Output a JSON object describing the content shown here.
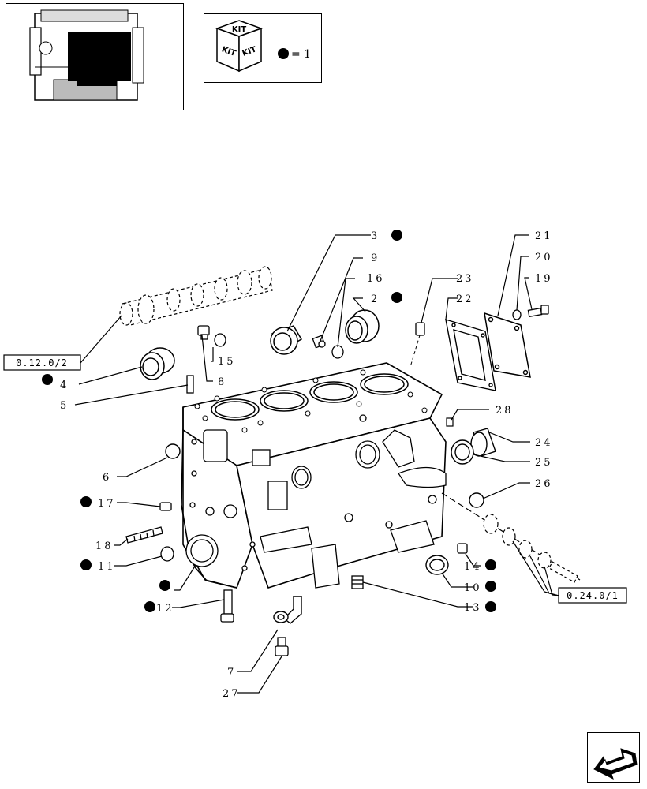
{
  "kit_legend": {
    "kit_words": [
      "KIT",
      "KIT",
      "KIT"
    ],
    "equals_text": "= 1"
  },
  "ref_boxes": {
    "left": "0.12.0/2",
    "right": "0.24.0/1"
  },
  "callouts": {
    "c3": "3",
    "c9": "9",
    "c16": "16",
    "c2": "2",
    "c23": "23",
    "c22": "22",
    "c21": "21",
    "c20": "20",
    "c19": "19",
    "c4": "4",
    "c5": "5",
    "c15": "15",
    "c8": "8",
    "c28": "28",
    "c24": "24",
    "c25": "25",
    "c26": "26",
    "c6": "6",
    "c17": "17",
    "c18": "18",
    "c11": "11",
    "c12": "12",
    "c14": "14",
    "c10": "10",
    "c13": "13",
    "c7": "7",
    "c27": "27"
  },
  "icons": {
    "thumbnail": "engine-thumbnail-icon",
    "kit": "kit-cube-icon",
    "nav": "back-arrow-icon",
    "marker": "kit-dot-icon"
  }
}
